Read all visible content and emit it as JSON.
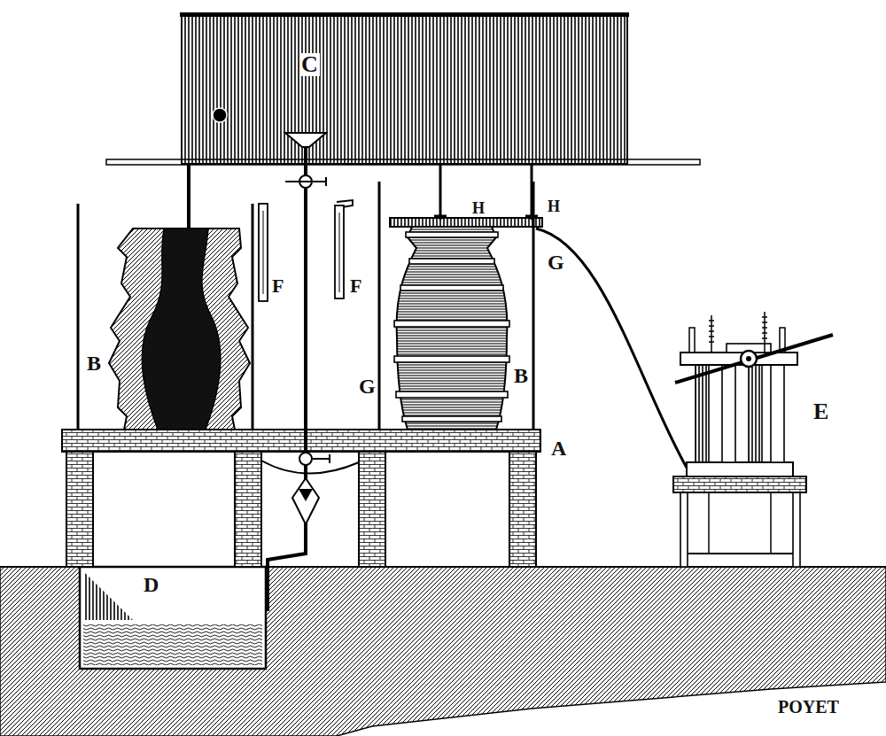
{
  "diagram": {
    "labels": [
      "C",
      "H",
      "H",
      "G",
      "F",
      "F",
      "B",
      "B",
      "G",
      "A",
      "E",
      "D",
      "POYET"
    ]
  }
}
